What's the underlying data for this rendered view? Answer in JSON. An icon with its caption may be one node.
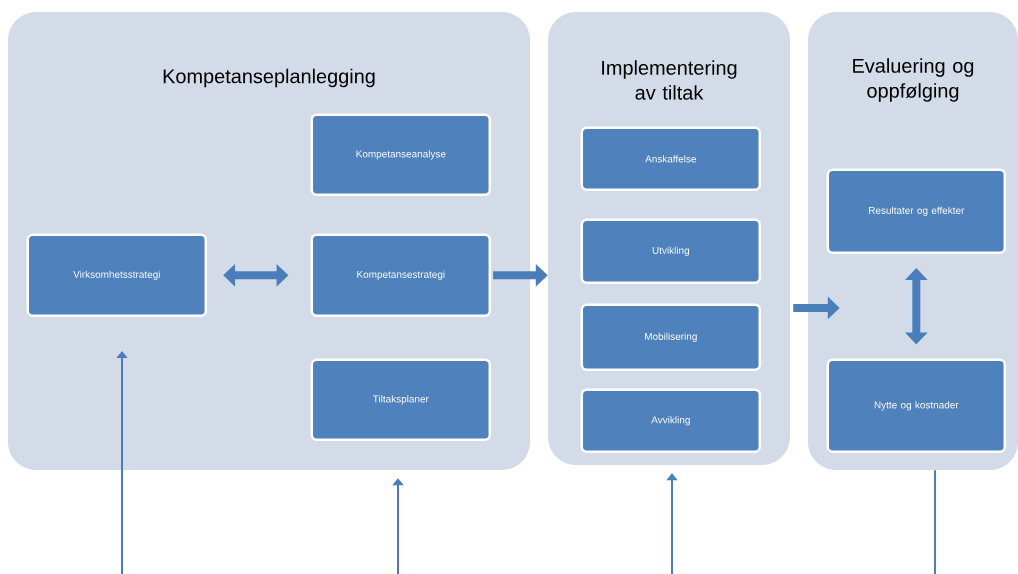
{
  "diagram": {
    "nodes": [
      {
        "text": [
          "Kompetanseplanlegging"
        ]
      },
      {
        "text": [
          "Kompetanseanalyse"
        ],
        "in": 0
      },
      {
        "text": [
          "Virksomhetsstrategi"
        ],
        "in": 0
      },
      {
        "text": [
          "Kompetansestrategi"
        ],
        "in": 0
      },
      {
        "text": [
          "Tiltaksplaner"
        ],
        "in": 0
      },
      {
        "text": [
          "Implementering av tiltak"
        ]
      },
      {
        "text": [
          "Anskaffelse"
        ],
        "in": 5
      },
      {
        "text": [
          "Utvikling"
        ],
        "in": 5
      },
      {
        "text": [
          "Mobilisering"
        ],
        "in": 5
      },
      {
        "text": [
          "Avvikling"
        ],
        "in": 5
      },
      {
        "text": [
          "Evaluering og oppfølging"
        ]
      },
      {
        "text": [
          "Resultater og effekter"
        ],
        "in": 10
      },
      {
        "text": [
          "Nytte og kostnader"
        ],
        "in": 10
      }
    ],
    "edges": [
      {
        "from": 2,
        "to": 3,
        "arrow": "both",
        "style": "thick"
      },
      {
        "from": 3,
        "to": 5,
        "arrow": "to",
        "style": "thick"
      },
      {
        "from": 5,
        "to": 10,
        "arrow": "to",
        "style": "thick"
      },
      {
        "from": 11,
        "to": 12,
        "arrow": "both",
        "style": "thick"
      },
      {
        "from": null,
        "to": 2,
        "arrow": "to"
      },
      {
        "from": null,
        "to": 0,
        "arrow": "to"
      },
      {
        "from": null,
        "to": 5,
        "arrow": "to"
      },
      {
        "from": 10,
        "to": null,
        "arrow": "none"
      }
    ]
  }
}
